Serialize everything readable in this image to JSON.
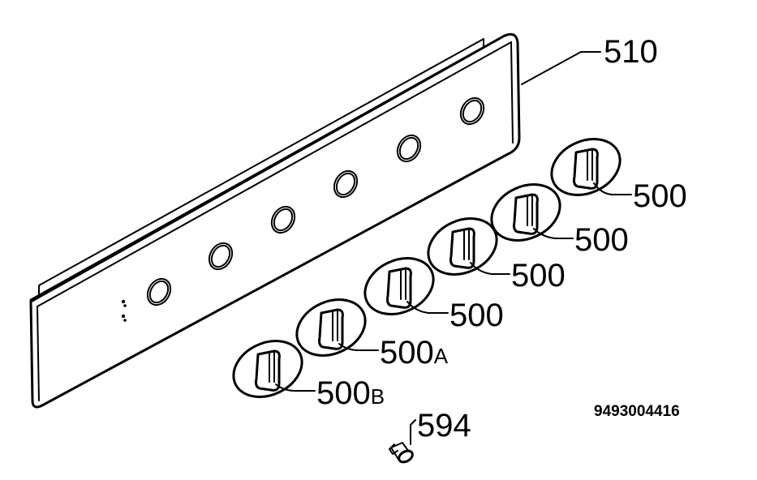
{
  "labels": {
    "panel": "510",
    "knob": "500",
    "knob_a_main": "500",
    "knob_a_suffix": "A",
    "knob_b_main": "500",
    "knob_b_suffix": "B",
    "screw": "594"
  },
  "document_number": "9493004416",
  "panel_holes": 6,
  "knobs": 6
}
